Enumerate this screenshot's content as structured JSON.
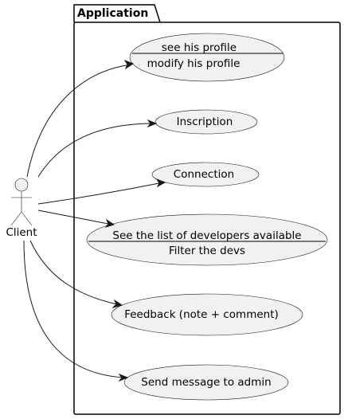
{
  "package": {
    "title": "Application"
  },
  "actor": {
    "name": "Client"
  },
  "use_cases": {
    "profile": {
      "line1": "see his profile",
      "line2": "modify his profile"
    },
    "inscription": {
      "label": "Inscription"
    },
    "connection": {
      "label": "Connection"
    },
    "developers": {
      "line1": "See the list of developers available",
      "line2": "Filter the devs"
    },
    "feedback": {
      "label": "Feedback (note + comment)"
    },
    "message": {
      "label": "Send message to admin"
    }
  },
  "colors": {
    "usecase_fill": "#f1f1f1",
    "stroke": "#181818"
  }
}
